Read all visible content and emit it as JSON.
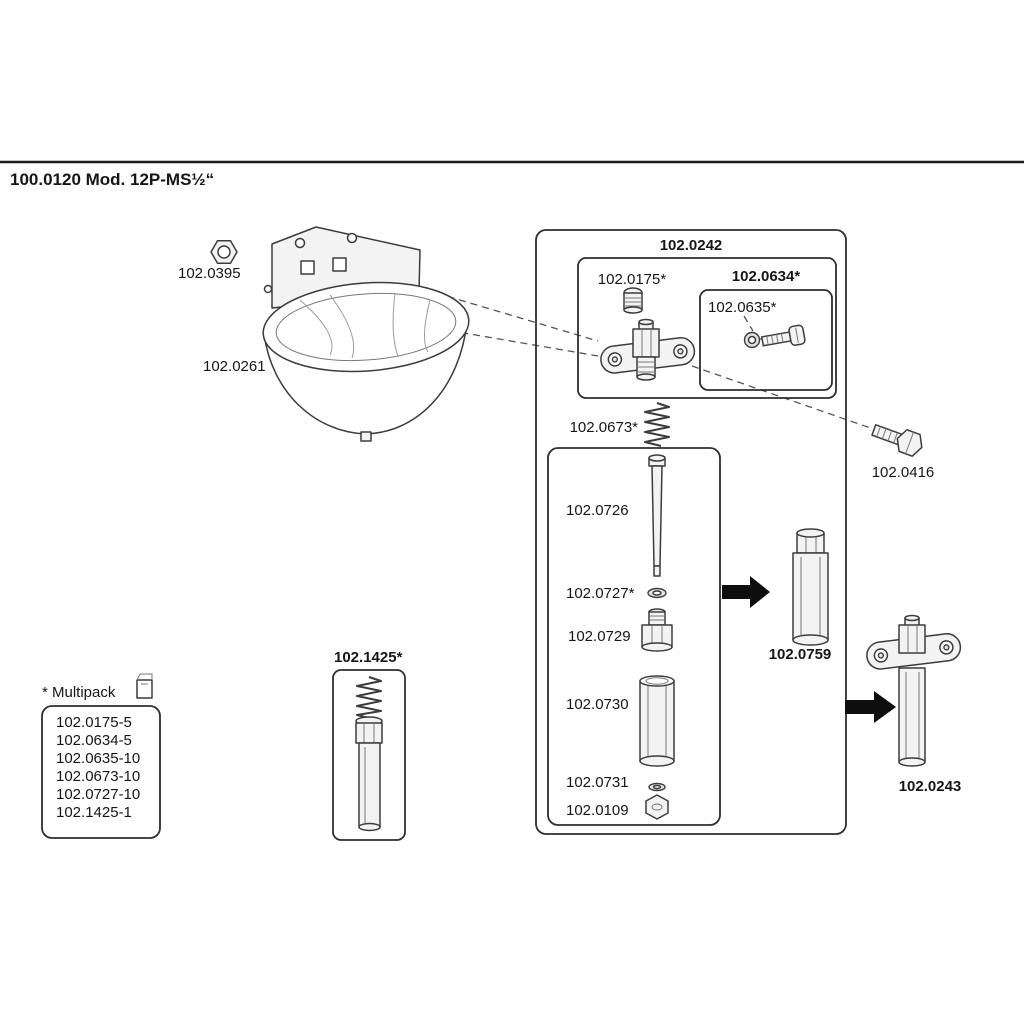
{
  "title": "100.0120 Mod. 12P-MS½“",
  "labels": {
    "bowl": "102.0261",
    "mount_nut": "102.0395",
    "assembly_box": "102.0242",
    "plug": "102.0175*",
    "screw_kit": "102.0634*",
    "oring": "102.0635*",
    "spring": "102.0673*",
    "valve_pin": "102.0726",
    "washer_upper": "102.0727*",
    "gland_nut": "102.0729",
    "tube": "102.0730",
    "washer_lower": "102.0731",
    "hex_nut": "102.0109",
    "cartridge": "102.0759",
    "valve_assembly": "102.0243",
    "bolt": "102.0416",
    "spring_kit": "102.1425*"
  },
  "multipack": {
    "heading": "* Multipack",
    "items": [
      "102.0175-5",
      "102.0634-5",
      "102.0635-10",
      "102.0673-10",
      "102.0727-10",
      "102.1425-1"
    ]
  }
}
